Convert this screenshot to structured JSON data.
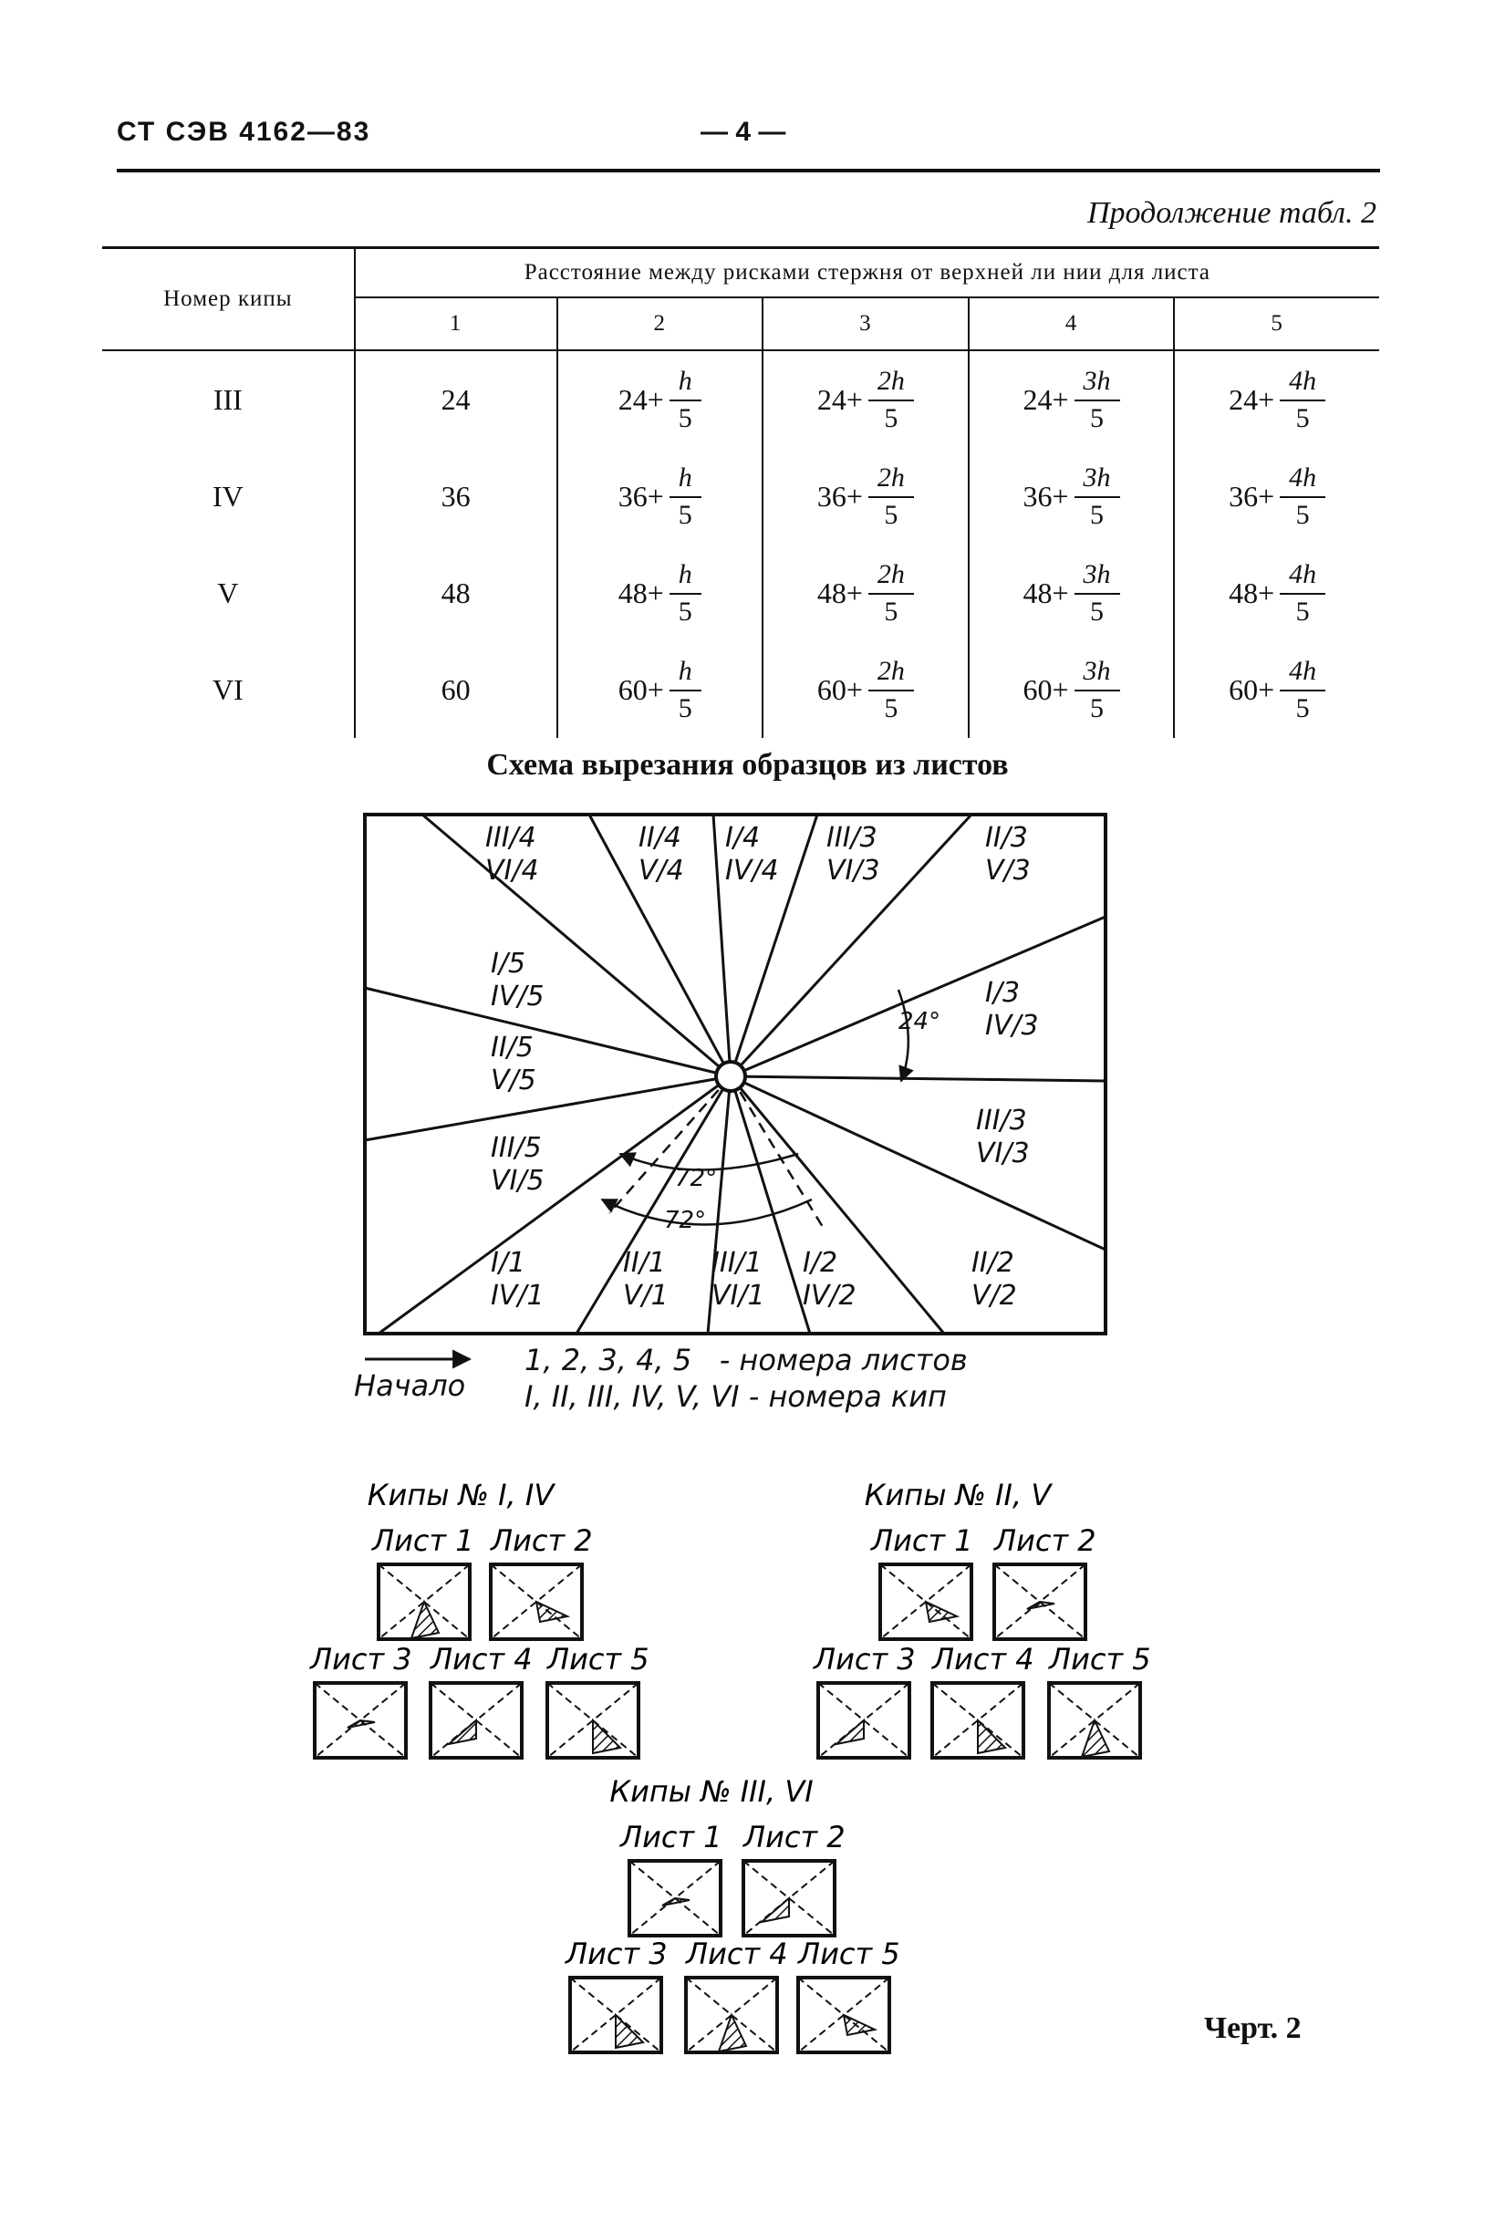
{
  "header": {
    "standard": "СТ СЭВ 4162—83",
    "page": "— 4 —"
  },
  "continuation": "Продолжение табл. 2",
  "table": {
    "col_bale": "Номер кипы",
    "col_group": "Расстояние между рисками стержня от верхней ли нии для листа",
    "sheet_numbers": [
      "1",
      "2",
      "3",
      "4",
      "5"
    ],
    "rows": [
      {
        "bale": "III",
        "base": "24",
        "cells": [
          [
            "24+",
            "h",
            "5"
          ],
          [
            "24+",
            "2h",
            "5"
          ],
          [
            "24+",
            "3h",
            "5"
          ],
          [
            "24+",
            "4h",
            "5"
          ]
        ]
      },
      {
        "bale": "IV",
        "base": "36",
        "cells": [
          [
            "36+",
            "h",
            "5"
          ],
          [
            "36+",
            "2h",
            "5"
          ],
          [
            "36+",
            "3h",
            "5"
          ],
          [
            "36+",
            "4h",
            "5"
          ]
        ]
      },
      {
        "bale": "V",
        "base": "48",
        "cells": [
          [
            "48+",
            "h",
            "5"
          ],
          [
            "48+",
            "2h",
            "5"
          ],
          [
            "48+",
            "3h",
            "5"
          ],
          [
            "48+",
            "4h",
            "5"
          ]
        ]
      },
      {
        "bale": "VI",
        "base": "60",
        "cells": [
          [
            "60+",
            "h",
            "5"
          ],
          [
            "60+",
            "2h",
            "5"
          ],
          [
            "60+",
            "3h",
            "5"
          ],
          [
            "60+",
            "4h",
            "5"
          ]
        ]
      }
    ]
  },
  "scheme": {
    "title": "Схема вырезания образцов из листов",
    "labels": [
      "III/4",
      "VI/4",
      "II/4",
      "V/4",
      "I/4",
      "IV/4",
      "III/3",
      "VI/3",
      "II/3",
      "V/3",
      "I/5",
      "IV/5",
      "II/5",
      "V/5",
      "III/5",
      "VI/5",
      "I/3",
      "IV/3",
      "III/3",
      "VI/3",
      "I/1",
      "IV/1",
      "II/1",
      "V/1",
      "III/1",
      "VI/1",
      "I/2",
      "IV/2",
      "II/2",
      "V/2"
    ],
    "angle_24": "24°",
    "angle_72a": "72°",
    "angle_72b": "72°",
    "legend_start": "Начало",
    "legend_sheets": "1, 2, 3, 4, 5   - номера листов",
    "legend_bales": "I, II, III, IV, V, VI - номера кип"
  },
  "groups": [
    {
      "title": "Кипы № I, IV",
      "sheets": [
        "Лист 1",
        "Лист 2",
        "Лист 3",
        "Лист 4",
        "Лист 5"
      ]
    },
    {
      "title": "Кипы № II, V",
      "sheets": [
        "Лист 1",
        "Лист 2",
        "Лист 3",
        "Лист 4",
        "Лист 5"
      ]
    },
    {
      "title": "Кипы № III, VI",
      "sheets": [
        "Лист 1",
        "Лист 2",
        "Лист 3",
        "Лист 4",
        "Лист 5"
      ]
    }
  ],
  "figure_label": "Черт. 2"
}
